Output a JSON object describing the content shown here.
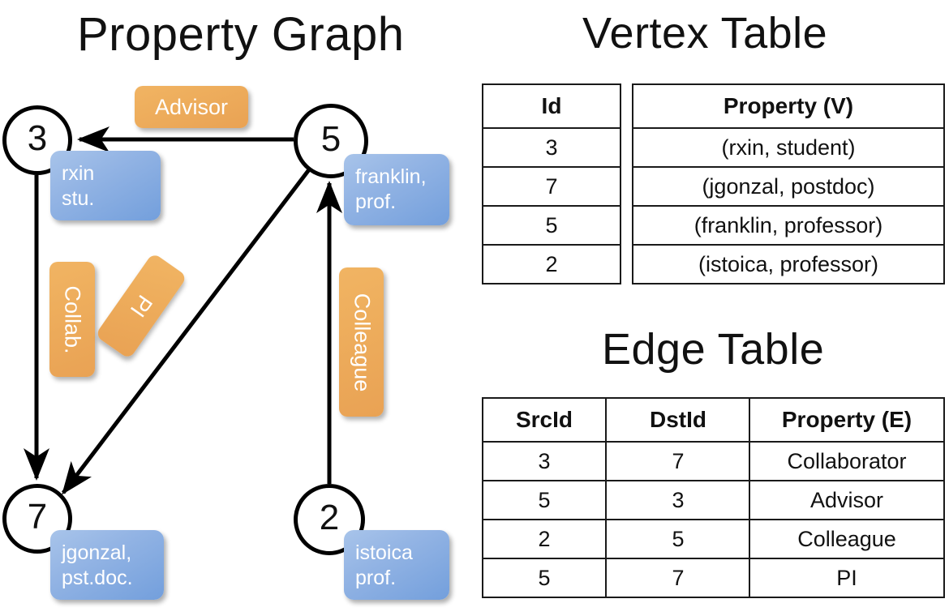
{
  "titles": {
    "property_graph": "Property Graph",
    "vertex_table": "Vertex Table",
    "edge_table": "Edge Table"
  },
  "colors": {
    "vertex_property_fill": "#d5e0f2",
    "edge_property_fill": "#f7ddc2",
    "vertex_box_fill": "#8fb2e2",
    "edge_label_fill": "#eeae5d",
    "stroke": "#000000"
  },
  "graph": {
    "nodes": [
      {
        "id": "3",
        "property_label": "rxin\nstu.",
        "line1": "rxin",
        "line2": "stu."
      },
      {
        "id": "5",
        "property_label": "franklin, prof.",
        "line1": "franklin,",
        "line2": "prof."
      },
      {
        "id": "7",
        "property_label": "jgonzal, pst.doc.",
        "line1": "jgonzal,",
        "line2": "pst.doc."
      },
      {
        "id": "2",
        "property_label": "istoica prof.",
        "line1": "istoica",
        "line2": "prof."
      }
    ],
    "edge_labels": [
      {
        "name": "advisor",
        "text": "Advisor",
        "orientation": "horizontal"
      },
      {
        "name": "collab",
        "text": "Collab.",
        "orientation": "vertical"
      },
      {
        "name": "pi",
        "text": "PI",
        "orientation": "diagonal"
      },
      {
        "name": "colleague",
        "text": "Colleague",
        "orientation": "vertical"
      }
    ],
    "edges": [
      {
        "from": "5",
        "to": "3",
        "label": "Advisor"
      },
      {
        "from": "3",
        "to": "7",
        "label": "Collab."
      },
      {
        "from": "5",
        "to": "7",
        "label": "PI"
      },
      {
        "from": "2",
        "to": "5",
        "label": "Colleague"
      }
    ]
  },
  "vertex_table": {
    "headers": {
      "id": "Id",
      "property": "Property (V)"
    },
    "rows": [
      {
        "id": "3",
        "property": "(rxin, student)"
      },
      {
        "id": "7",
        "property": "(jgonzal, postdoc)"
      },
      {
        "id": "5",
        "property": "(franklin, professor)"
      },
      {
        "id": "2",
        "property": "(istoica, professor)"
      }
    ]
  },
  "edge_table": {
    "headers": {
      "src": "SrcId",
      "dst": "DstId",
      "property": "Property (E)"
    },
    "rows": [
      {
        "src": "3",
        "dst": "7",
        "property": "Collaborator"
      },
      {
        "src": "5",
        "dst": "3",
        "property": "Advisor"
      },
      {
        "src": "2",
        "dst": "5",
        "property": "Colleague"
      },
      {
        "src": "5",
        "dst": "7",
        "property": "PI"
      }
    ]
  }
}
